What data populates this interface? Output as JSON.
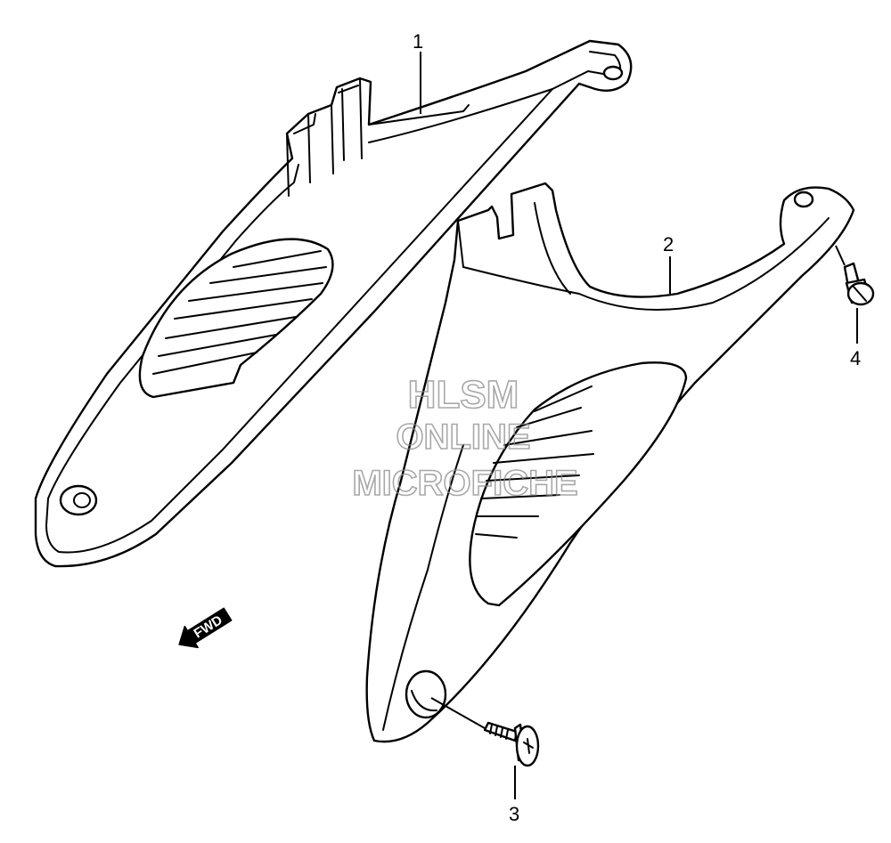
{
  "callouts": [
    {
      "id": "1",
      "label": "1"
    },
    {
      "id": "2",
      "label": "2"
    },
    {
      "id": "3",
      "label": "3"
    },
    {
      "id": "4",
      "label": "4"
    }
  ],
  "watermark": {
    "line1": "HLSM",
    "line2": "ONLINE",
    "line3": "MICROFICHE"
  },
  "fwd_indicator": {
    "label": "FWD"
  },
  "colors": {
    "line": "#000000",
    "background": "#ffffff",
    "watermark": "#8c8c8c"
  }
}
